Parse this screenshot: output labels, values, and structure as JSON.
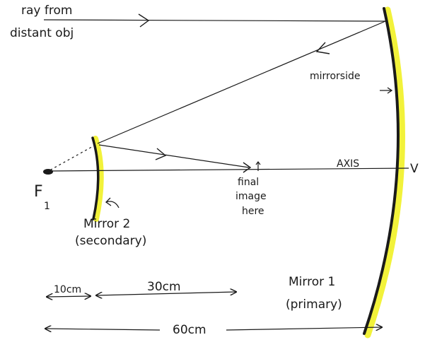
{
  "labels": {
    "ray_line1": "ray from",
    "ray_line2": "distant obj",
    "mirror_side": "mirrorside",
    "axis": "AXIS",
    "vertex": "V",
    "focus_letter": "F",
    "focus_sub": "1",
    "final_image_1": "final",
    "final_image_2": "image",
    "final_image_3": "here",
    "mirror2_1": "Mirror 2",
    "mirror2_2": "(secondary)",
    "mirror1_1": "Mirror 1",
    "mirror1_2": "(primary)",
    "dist_10": "10cm",
    "dist_30": "30cm",
    "dist_60": "60cm"
  },
  "colors": {
    "ink": "#1a1a1a",
    "highlight": "#f2f23a"
  }
}
